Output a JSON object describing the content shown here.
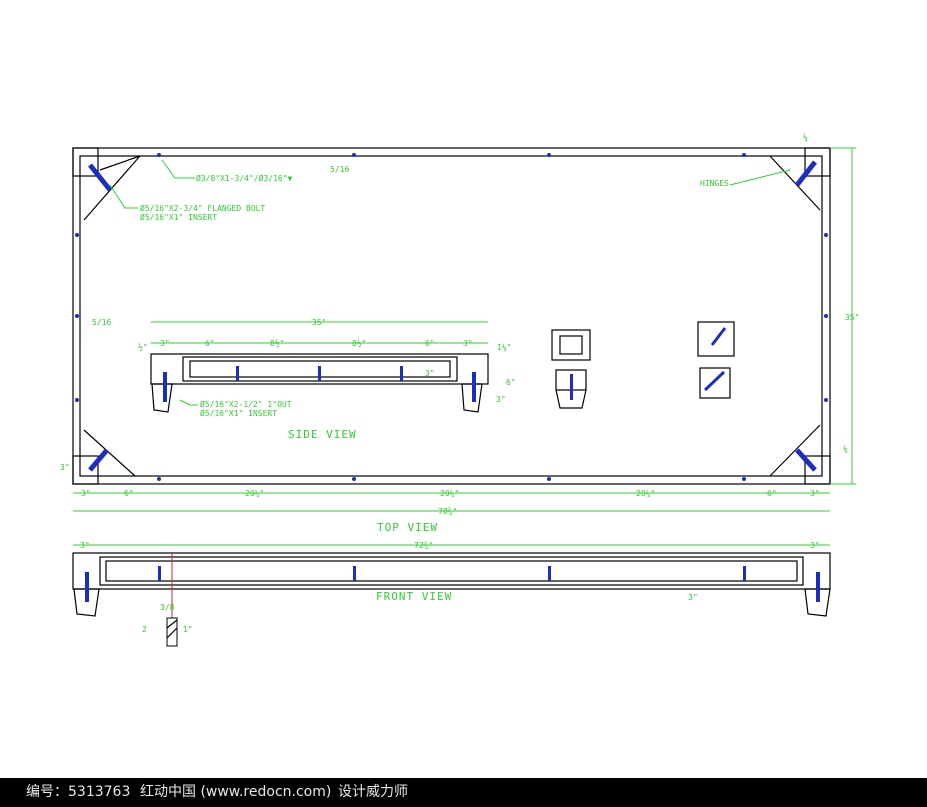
{
  "callouts": {
    "hole": "Ø3/8\"X1-3/4\"/Ø3/16\"▼",
    "bolt_line1": "Ø5/16\"X2-3/4\" FLANGED BOLT",
    "bolt_line2": "Ø5/16\"X1\" INSERT",
    "hinges": "HINGES",
    "side_bolt_line1": "Ø5/16\"X2-1/2\" 1\"OUT",
    "side_bolt_line2": "Ø5/16\"X1\" INSERT"
  },
  "views": {
    "top": "TOP VIEW",
    "side": "SIDE VIEW",
    "front": "FRONT VIEW"
  },
  "top_dims": {
    "segments": [
      "3\"",
      "6\"",
      "20¼\"",
      "20¼\"",
      "20¼\"",
      "6\"",
      "3\""
    ],
    "overall": "78¾\"",
    "height": "35\"",
    "rail": "5/16",
    "corner_top": "¼",
    "corner_bottom": "⅛",
    "left_bottom": "3\""
  },
  "side_dims": {
    "overall": "35\"",
    "segments": [
      "3\"",
      "6\"",
      "8½\"",
      "8½\"",
      "6\"",
      "3\""
    ],
    "left_half": "½\"",
    "right_quarter": "1¼\"",
    "height": "6\"",
    "leg": "3\"",
    "panel": "3\""
  },
  "front_dims": {
    "overall": "72¾\"",
    "left": "3\"",
    "right": "3\"",
    "inner": "3\"",
    "section_a": "3/8",
    "section_b": "2",
    "section_c": "1\""
  },
  "footer": {
    "id": "编号：5313763",
    "site": "红动中国 (www.redocn.com)",
    "author": "设计威力师"
  }
}
